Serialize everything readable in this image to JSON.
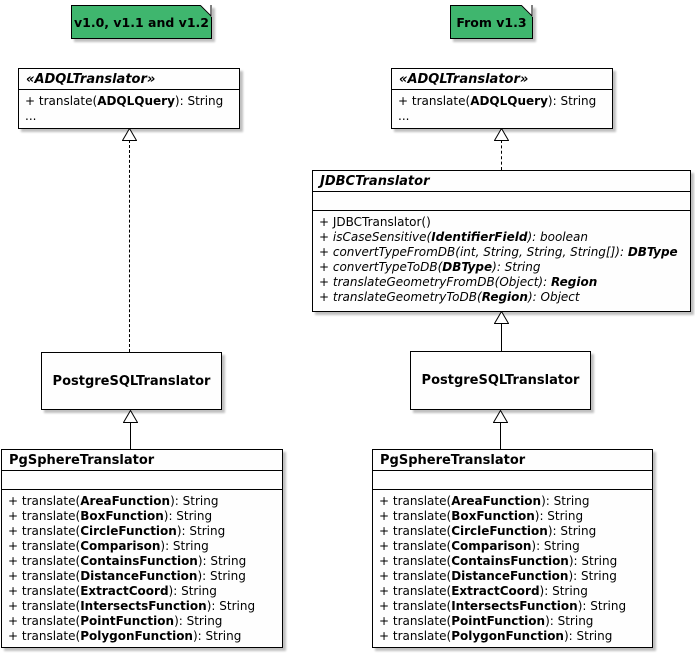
{
  "diagram": {
    "notes": {
      "left": "v1.0, v1.1 and v1.2",
      "right": "From v1.3"
    },
    "adql": {
      "title": "«ADQLTranslator»",
      "methods": [
        {
          "text": "+ translate(**ADQLQuery**): String"
        },
        {
          "text": "..."
        }
      ]
    },
    "jdbc": {
      "title": "JDBCTranslator",
      "methods": [
        {
          "text": "+ JDBCTranslator()"
        },
        {
          "text": "+ isCaseSensitive(**IdentifierField**): boolean",
          "italic": true
        },
        {
          "text": "+ convertTypeFromDB(int, String, String, String[]): **DBType**",
          "italic": true
        },
        {
          "text": "+ convertTypeToDB(**DBType**): String",
          "italic": true
        },
        {
          "text": "+ translateGeometryFromDB(Object): **Region**",
          "italic": true
        },
        {
          "text": "+ translateGeometryToDB(**Region**): Object",
          "italic": true
        }
      ]
    },
    "postgres": {
      "title": "PostgreSQLTranslator"
    },
    "pgsphere": {
      "title": "PgSphereTranslator",
      "methods": [
        {
          "text": "+ translate(**AreaFunction**): String"
        },
        {
          "text": "+ translate(**BoxFunction**): String"
        },
        {
          "text": "+ translate(**CircleFunction**): String"
        },
        {
          "text": "+ translate(**Comparison**): String"
        },
        {
          "text": "+ translate(**ContainsFunction**): String"
        },
        {
          "text": "+ translate(**DistanceFunction**): String"
        },
        {
          "text": "+ translate(**ExtractCoord**): String"
        },
        {
          "text": "+ translate(**IntersectsFunction**): String"
        },
        {
          "text": "+ translate(**PointFunction**): String"
        },
        {
          "text": "+ translate(**PolygonFunction**): String"
        }
      ]
    },
    "colors": {
      "note": "#3FB66E",
      "border": "#000000",
      "box_bg": "#FEFEFE",
      "shadow": "#C0C0C0"
    }
  }
}
